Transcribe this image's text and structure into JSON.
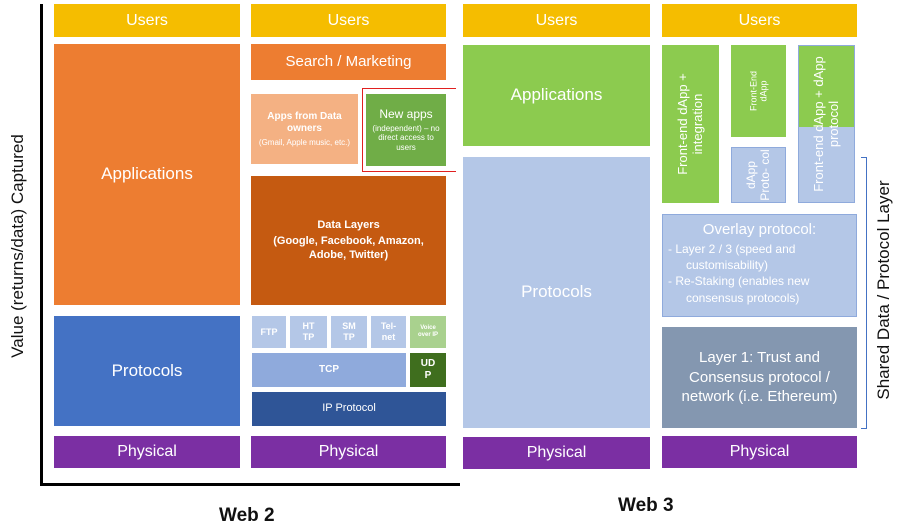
{
  "web2": {
    "col1": {
      "users": "Users",
      "applications": "Applications",
      "protocols": "Protocols",
      "physical": "Physical"
    },
    "col2": {
      "users": "Users",
      "search": "Search / Marketing",
      "apps_owners_title": "Apps from Data owners",
      "apps_owners_sub": "(Gmail, Apple music, etc.)",
      "new_apps_title": "New apps",
      "new_apps_sub": "(independent) – no direct access to users",
      "data_layers_title": "Data Layers",
      "data_layers_sub": "(Google, Facebook, Amazon, Adobe, Twitter)",
      "ftp": "FTP",
      "http": "HT TP",
      "smtp": "SM TP",
      "telnet": "Tel- net",
      "voip": "Voice over IP",
      "tcp": "TCP",
      "udp": "UD P",
      "ip": "IP Protocol",
      "physical": "Physical"
    }
  },
  "web3": {
    "col1": {
      "users": "Users",
      "applications": "Applications",
      "protocols": "Protocols",
      "physical": "Physical"
    },
    "col2": {
      "users": "Users",
      "frontend_integration": "Front-end dApp + integration",
      "frontend_dapp": "Front-End dApp",
      "dapp_protocol": "dApp Proto- col",
      "frontend_protocol": "Front-end dApp + dApp protocol",
      "overlay_title": "Overlay protocol:",
      "overlay_items": [
        "-    Layer 2 / 3 (speed and customisability)",
        "-    Re-Staking (enables new consensus protocols)"
      ],
      "layer1": "Layer 1: Trust and Consensus protocol / network (i.e. Ethereum)",
      "physical": "Physical"
    }
  },
  "labels": {
    "y_axis": "Value (returns/data) Captured",
    "right_axis": "Shared Data / Protocol Layer",
    "web2": "Web 2",
    "web3": "Web 3"
  },
  "colors": {
    "users": "#F5BD00",
    "orange": "#ED7D31",
    "dark_orange": "#C55A11",
    "light_orange": "#F4B183",
    "green": "#8CCB4F",
    "dark_green": "#70AD47",
    "blue": "#4472C4",
    "light_blue": "#B4C7E7",
    "navy": "#2F5597",
    "slate": "#8497B0",
    "purple": "#7B2FA3",
    "dark_green_udp": "#3F6E1E"
  }
}
